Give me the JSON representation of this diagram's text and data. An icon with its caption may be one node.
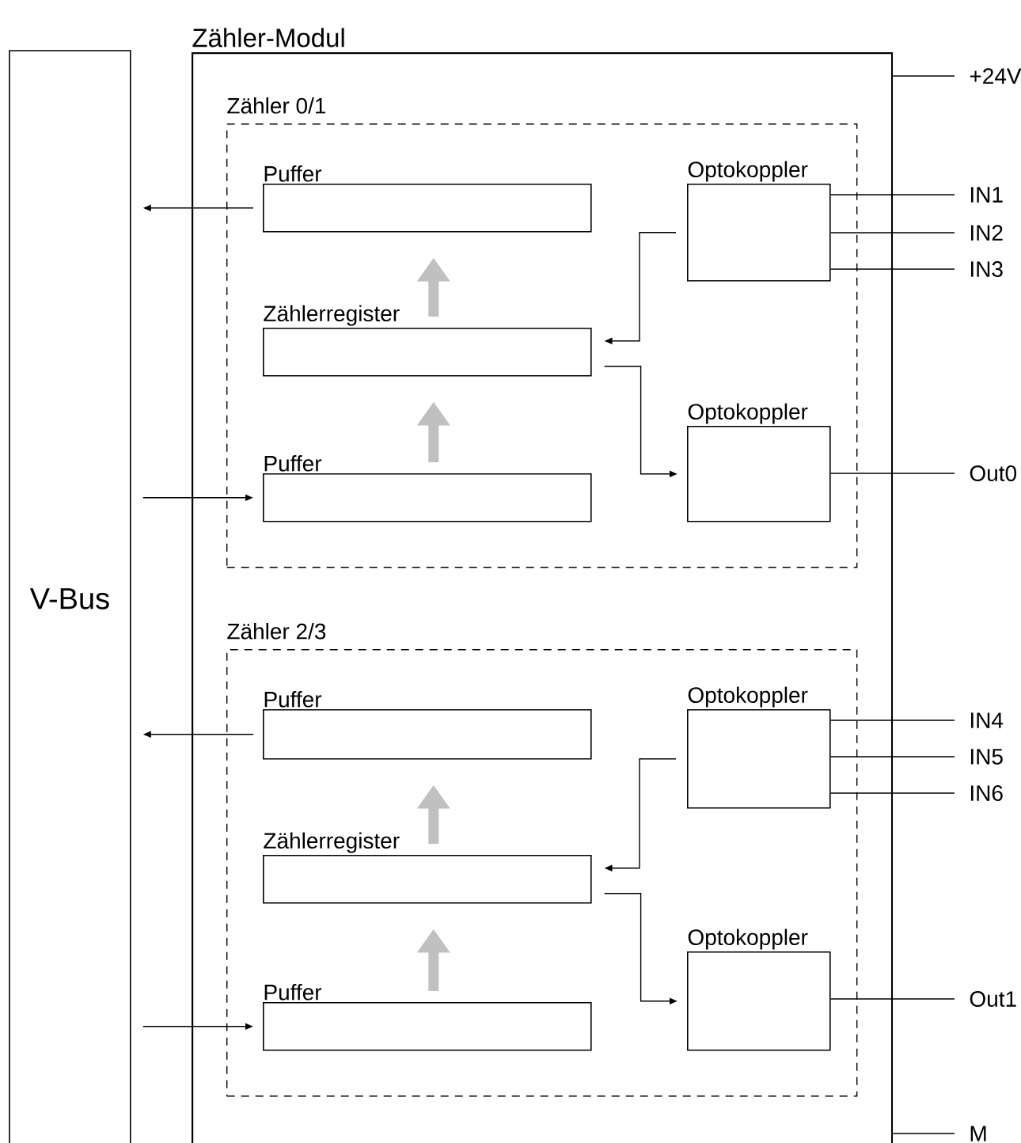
{
  "diagram": {
    "nodes": [
      {
        "text": [
          "V-Bus"
        ]
      },
      {
        "text": [
          "Zähler-Modul"
        ]
      },
      {
        "text": [
          "Zähler 0/1"
        ],
        "in": 1
      },
      {
        "text": [
          "Puffer"
        ],
        "in": 2
      },
      {
        "text": [
          "Optokoppler"
        ],
        "in": 2
      },
      {
        "text": [
          "Zählerregister"
        ],
        "in": 2
      },
      {
        "text": [
          "Optokoppler"
        ],
        "in": 2
      },
      {
        "text": [
          "Puffer"
        ],
        "in": 2
      },
      {
        "text": [
          "Zähler 2/3"
        ],
        "in": 1
      },
      {
        "text": [
          "Puffer"
        ],
        "in": 8
      },
      {
        "text": [
          "Optokoppler"
        ],
        "in": 8
      },
      {
        "text": [
          "Zählerregister"
        ],
        "in": 8
      },
      {
        "text": [
          "Optokoppler"
        ],
        "in": 8
      },
      {
        "text": [
          "Puffer"
        ],
        "in": 8
      },
      {
        "text": [
          "+24V"
        ]
      },
      {
        "text": [
          "IN1"
        ]
      },
      {
        "text": [
          "IN2"
        ]
      },
      {
        "text": [
          "IN3"
        ]
      },
      {
        "text": [
          "Out0"
        ]
      },
      {
        "text": [
          "IN4"
        ]
      },
      {
        "text": [
          "IN5"
        ]
      },
      {
        "text": [
          "IN6"
        ]
      },
      {
        "text": [
          "Out1"
        ]
      },
      {
        "text": [
          "M"
        ]
      }
    ],
    "edges": [
      {
        "from": 3,
        "to": 0,
        "arrow": "to"
      },
      {
        "from": 0,
        "to": 7,
        "arrow": "to"
      },
      {
        "from": 7,
        "to": 5,
        "arrow": "to",
        "style": "thick",
        "color": "#c0c0c0"
      },
      {
        "from": 5,
        "to": 3,
        "arrow": "to",
        "style": "thick",
        "color": "#c0c0c0"
      },
      {
        "from": 4,
        "to": 5,
        "arrow": "to"
      },
      {
        "from": 5,
        "to": 6,
        "arrow": "to"
      },
      {
        "from": 4,
        "to": 15,
        "arrow": "none"
      },
      {
        "from": 4,
        "to": 16,
        "arrow": "none"
      },
      {
        "from": 4,
        "to": 17,
        "arrow": "none"
      },
      {
        "from": 6,
        "to": 18,
        "arrow": "none"
      },
      {
        "from": 9,
        "to": 0,
        "arrow": "to"
      },
      {
        "from": 0,
        "to": 13,
        "arrow": "to"
      },
      {
        "from": 13,
        "to": 11,
        "arrow": "to",
        "style": "thick",
        "color": "#c0c0c0"
      },
      {
        "from": 11,
        "to": 9,
        "arrow": "to",
        "style": "thick",
        "color": "#c0c0c0"
      },
      {
        "from": 10,
        "to": 11,
        "arrow": "to"
      },
      {
        "from": 11,
        "to": 12,
        "arrow": "to"
      },
      {
        "from": 10,
        "to": 19,
        "arrow": "none"
      },
      {
        "from": 10,
        "to": 20,
        "arrow": "none"
      },
      {
        "from": 10,
        "to": 21,
        "arrow": "none"
      },
      {
        "from": 12,
        "to": 22,
        "arrow": "none"
      },
      {
        "from": 1,
        "to": 14,
        "arrow": "none"
      },
      {
        "from": 1,
        "to": 23,
        "arrow": "none"
      }
    ]
  }
}
